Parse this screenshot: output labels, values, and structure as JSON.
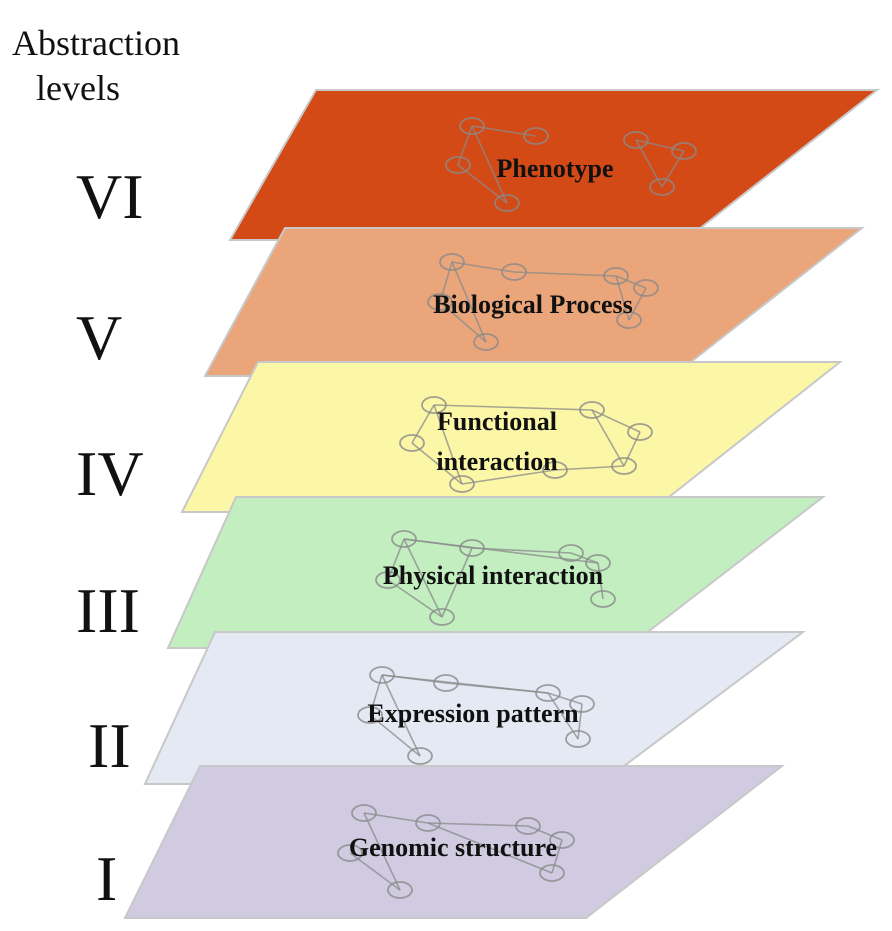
{
  "heading": {
    "line1": "Abstraction",
    "line2": "levels"
  },
  "layers": [
    {
      "numeral": "VI",
      "label_lines": [
        "Phenotype"
      ],
      "fill": "#d44a16"
    },
    {
      "numeral": "V",
      "label_lines": [
        "Biological Process"
      ],
      "fill": "#eaa67a"
    },
    {
      "numeral": "IV",
      "label_lines": [
        "Functional",
        "interaction"
      ],
      "fill": "#fbf7a6"
    },
    {
      "numeral": "III",
      "label_lines": [
        "Physical interaction"
      ],
      "fill": "#c2eec0"
    },
    {
      "numeral": "II",
      "label_lines": [
        "Expression pattern"
      ],
      "fill": "#e4e9f4"
    },
    {
      "numeral": "I",
      "label_lines": [
        "Genomic structure"
      ],
      "fill": "#d0cbe1"
    }
  ]
}
